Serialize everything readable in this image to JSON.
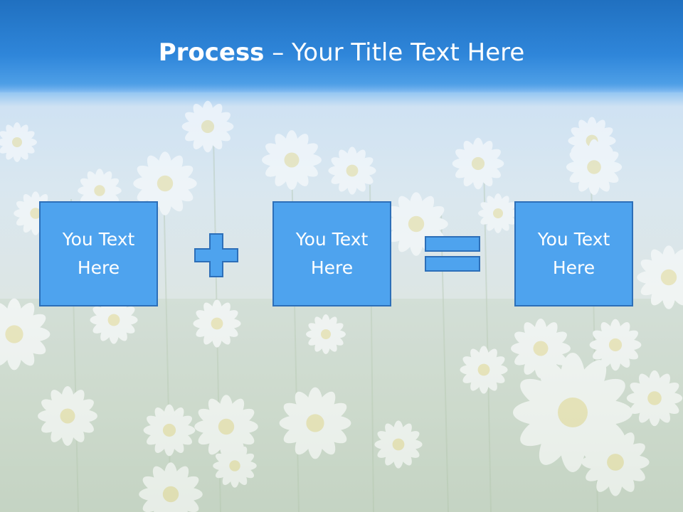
{
  "slide": {
    "title_bold": "Process",
    "title_rest": " – Your Title Text Here",
    "boxes": [
      {
        "line1": "You Text",
        "line2": "Here"
      },
      {
        "line1": "You Text",
        "line2": "Here"
      },
      {
        "line1": "You Text",
        "line2": "Here"
      }
    ],
    "colors": {
      "box_fill": "#4ea3ee",
      "box_border": "#2d6fb8",
      "header": "#2a78c8"
    },
    "icons": [
      "plus-icon",
      "equals-icon"
    ]
  }
}
